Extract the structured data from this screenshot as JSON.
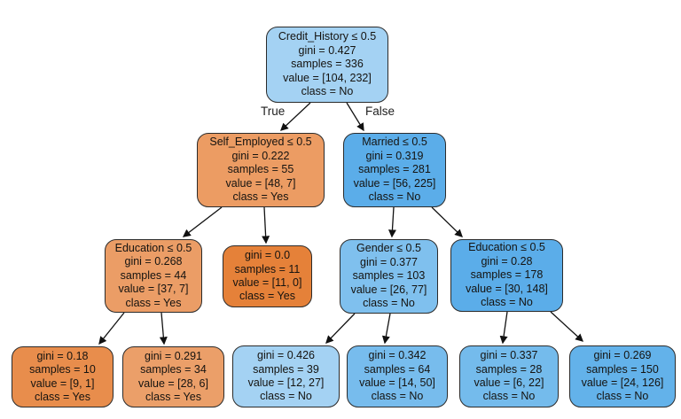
{
  "tree": {
    "background": "#ffffff",
    "edge_labels": {
      "true_label": "True",
      "false_label": "False"
    },
    "class_colors": {
      "yes_pure": "#e58139",
      "no_pure": "#399de5"
    },
    "nodes": {
      "root": {
        "fill": "#a4d2f3",
        "lines": [
          "Credit_History ≤ 0.5",
          "gini = 0.427",
          "samples = 336",
          "value = [104, 232]",
          "class = No"
        ]
      },
      "self_employed": {
        "fill": "#ec9c63",
        "lines": [
          "Self_Employed ≤ 0.5",
          "gini = 0.222",
          "samples = 55",
          "value = [48, 7]",
          "class = Yes"
        ]
      },
      "married": {
        "fill": "#5bade9",
        "lines": [
          "Married ≤ 0.5",
          "gini = 0.319",
          "samples = 281",
          "value = [56, 225]",
          "class = No"
        ]
      },
      "education_left": {
        "fill": "#eb9d66",
        "lines": [
          "Education ≤ 0.5",
          "gini = 0.268",
          "samples = 44",
          "value = [37, 7]",
          "class = Yes"
        ]
      },
      "pure_leaf": {
        "fill": "#e58139",
        "lines": [
          "gini = 0.0",
          "samples = 11",
          "value = [11, 0]",
          "class = Yes"
        ]
      },
      "gender": {
        "fill": "#7fc0ee",
        "lines": [
          "Gender ≤ 0.5",
          "gini = 0.377",
          "samples = 103",
          "value = [26, 77]",
          "class = No"
        ]
      },
      "education_right": {
        "fill": "#5bade9",
        "lines": [
          "Education ≤ 0.5",
          "gini = 0.28",
          "samples = 178",
          "value = [30, 148]",
          "class = No"
        ]
      },
      "leaf_1": {
        "fill": "#e88d4c",
        "lines": [
          "gini = 0.18",
          "samples = 10",
          "value = [9, 1]",
          "class = Yes"
        ]
      },
      "leaf_2": {
        "fill": "#eb9f69",
        "lines": [
          "gini = 0.291",
          "samples = 34",
          "value = [28, 6]",
          "class = Yes"
        ]
      },
      "leaf_3": {
        "fill": "#a4d2f3",
        "lines": [
          "gini = 0.426",
          "samples = 39",
          "value = [12, 27]",
          "class = No"
        ]
      },
      "leaf_4": {
        "fill": "#77bced",
        "lines": [
          "gini = 0.342",
          "samples = 64",
          "value = [14, 50]",
          "class = No"
        ]
      },
      "leaf_5": {
        "fill": "#74bbec",
        "lines": [
          "gini = 0.337",
          "samples = 28",
          "value = [6, 22]",
          "class = No"
        ]
      },
      "leaf_6": {
        "fill": "#63b2ea",
        "lines": [
          "gini = 0.269",
          "samples = 150",
          "value = [24, 126]",
          "class = No"
        ]
      }
    }
  }
}
